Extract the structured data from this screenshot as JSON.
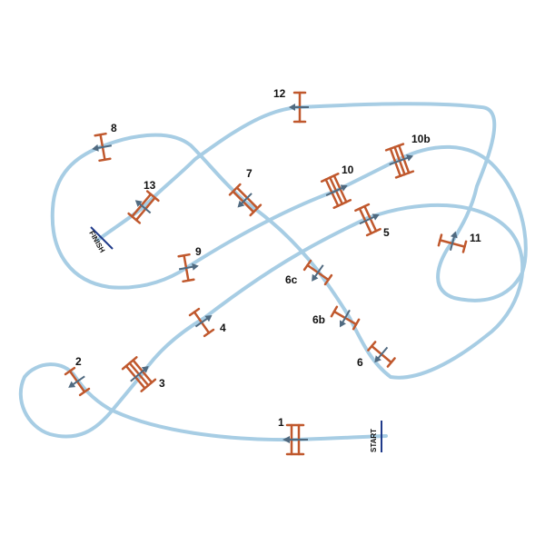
{
  "course": {
    "track_color": "#a7cde4",
    "obstacle_color": "#c0582d",
    "arrow_color": "#506a80",
    "line_color": "#1f3a8a",
    "start_label": "START",
    "finish_label": "FINISH",
    "obstacles": [
      {
        "id": "1",
        "label": "1"
      },
      {
        "id": "2",
        "label": "2"
      },
      {
        "id": "3",
        "label": "3"
      },
      {
        "id": "4",
        "label": "4"
      },
      {
        "id": "5",
        "label": "5"
      },
      {
        "id": "6",
        "label": "6"
      },
      {
        "id": "6b",
        "label": "6b"
      },
      {
        "id": "6c",
        "label": "6c"
      },
      {
        "id": "7",
        "label": "7"
      },
      {
        "id": "8",
        "label": "8"
      },
      {
        "id": "9",
        "label": "9"
      },
      {
        "id": "10",
        "label": "10"
      },
      {
        "id": "10b",
        "label": "10b"
      },
      {
        "id": "11",
        "label": "11"
      },
      {
        "id": "12",
        "label": "12"
      },
      {
        "id": "13",
        "label": "13"
      }
    ]
  }
}
